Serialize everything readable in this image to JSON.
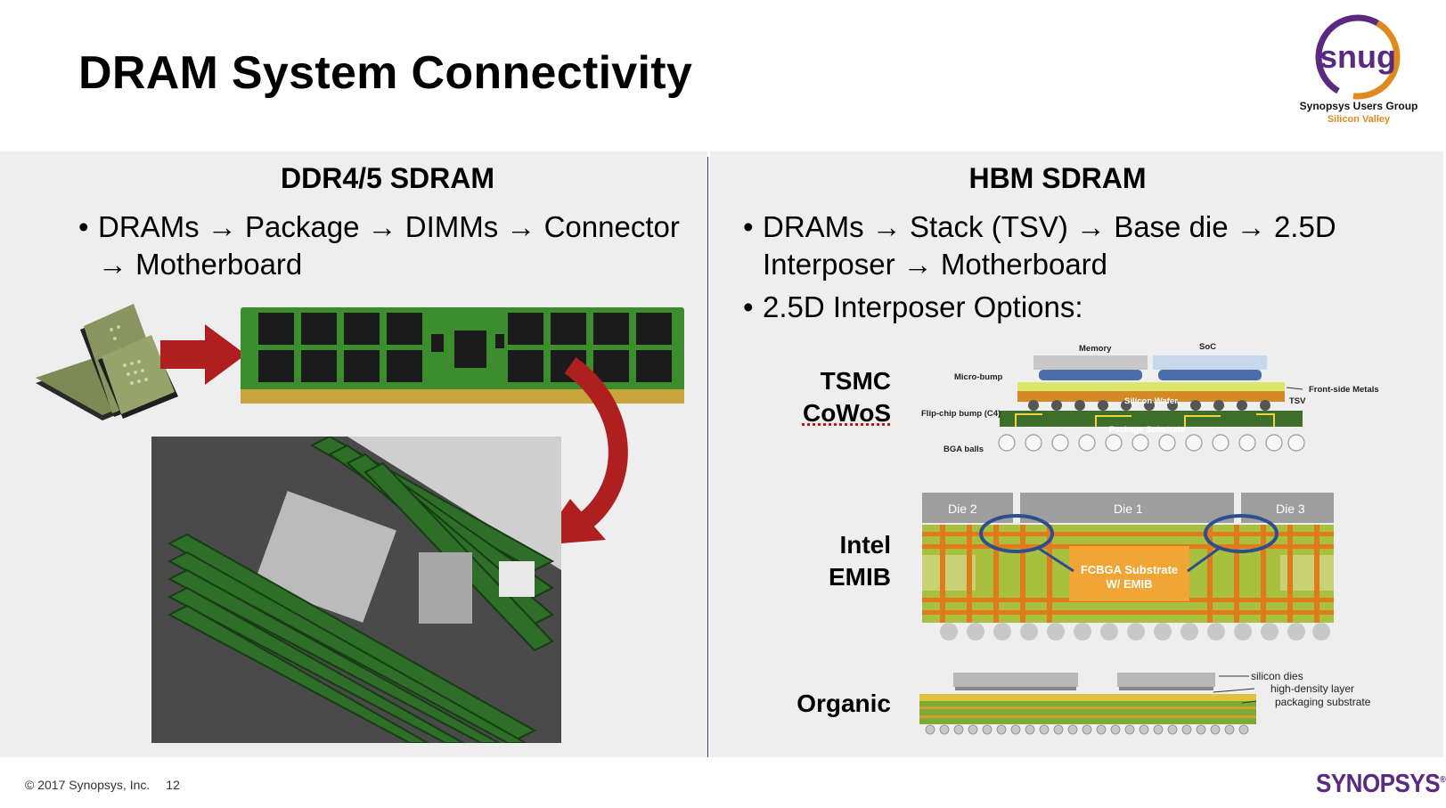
{
  "title": "DRAM System Connectivity",
  "logo": {
    "mark": "snug",
    "line1": "Synopsys Users Group",
    "line2": "Silicon Valley"
  },
  "left": {
    "heading": "DDR4/5 SDRAM",
    "bullet_line1": "DRAMs → Package → DIMMs → Connector",
    "bullet_line2": "→ Motherboard"
  },
  "right": {
    "heading": "HBM SDRAM",
    "bullet1_line1": "DRAMs → Stack (TSV) → Base die → 2.5D",
    "bullet1_line2": "Interposer → Motherboard",
    "bullet2": "2.5D Interposer Options:"
  },
  "options": {
    "cowos_l1": "TSMC",
    "cowos_l2": "CoWoS",
    "emib_l1": "Intel",
    "emib_l2": "EMIB",
    "organic": "Organic"
  },
  "cowos_labels": {
    "memory": "Memory",
    "soc": "SoC",
    "microbump": "Micro-bump",
    "flipchip": "Flip-chip bump (C4)",
    "bga": "BGA balls",
    "front_metals": "Front-side Metals",
    "tsv": "TSV",
    "silicon_wafer": "Silicon Wafer",
    "package_substrate": "Package Substrate"
  },
  "emib_labels": {
    "die2": "Die 2",
    "die1": "Die 1",
    "die3": "Die 3",
    "sub_l1": "FCBGA Substrate",
    "sub_l2": "W/ EMIB"
  },
  "organic_labels": {
    "dies": "silicon dies",
    "hd": "high-density layer",
    "pkg": "packaging substrate"
  },
  "footer": {
    "copyright": "© 2017 Synopsys, Inc.",
    "page": "12",
    "brand": "SYNOPSYS",
    "reg": "®"
  },
  "colors": {
    "panel": "#eeeeee",
    "arrow_red": "#b01f1f",
    "pcb_green": "#3c8d2e",
    "brand_purple": "#5a2a82",
    "logo_orange": "#e08a1e"
  }
}
